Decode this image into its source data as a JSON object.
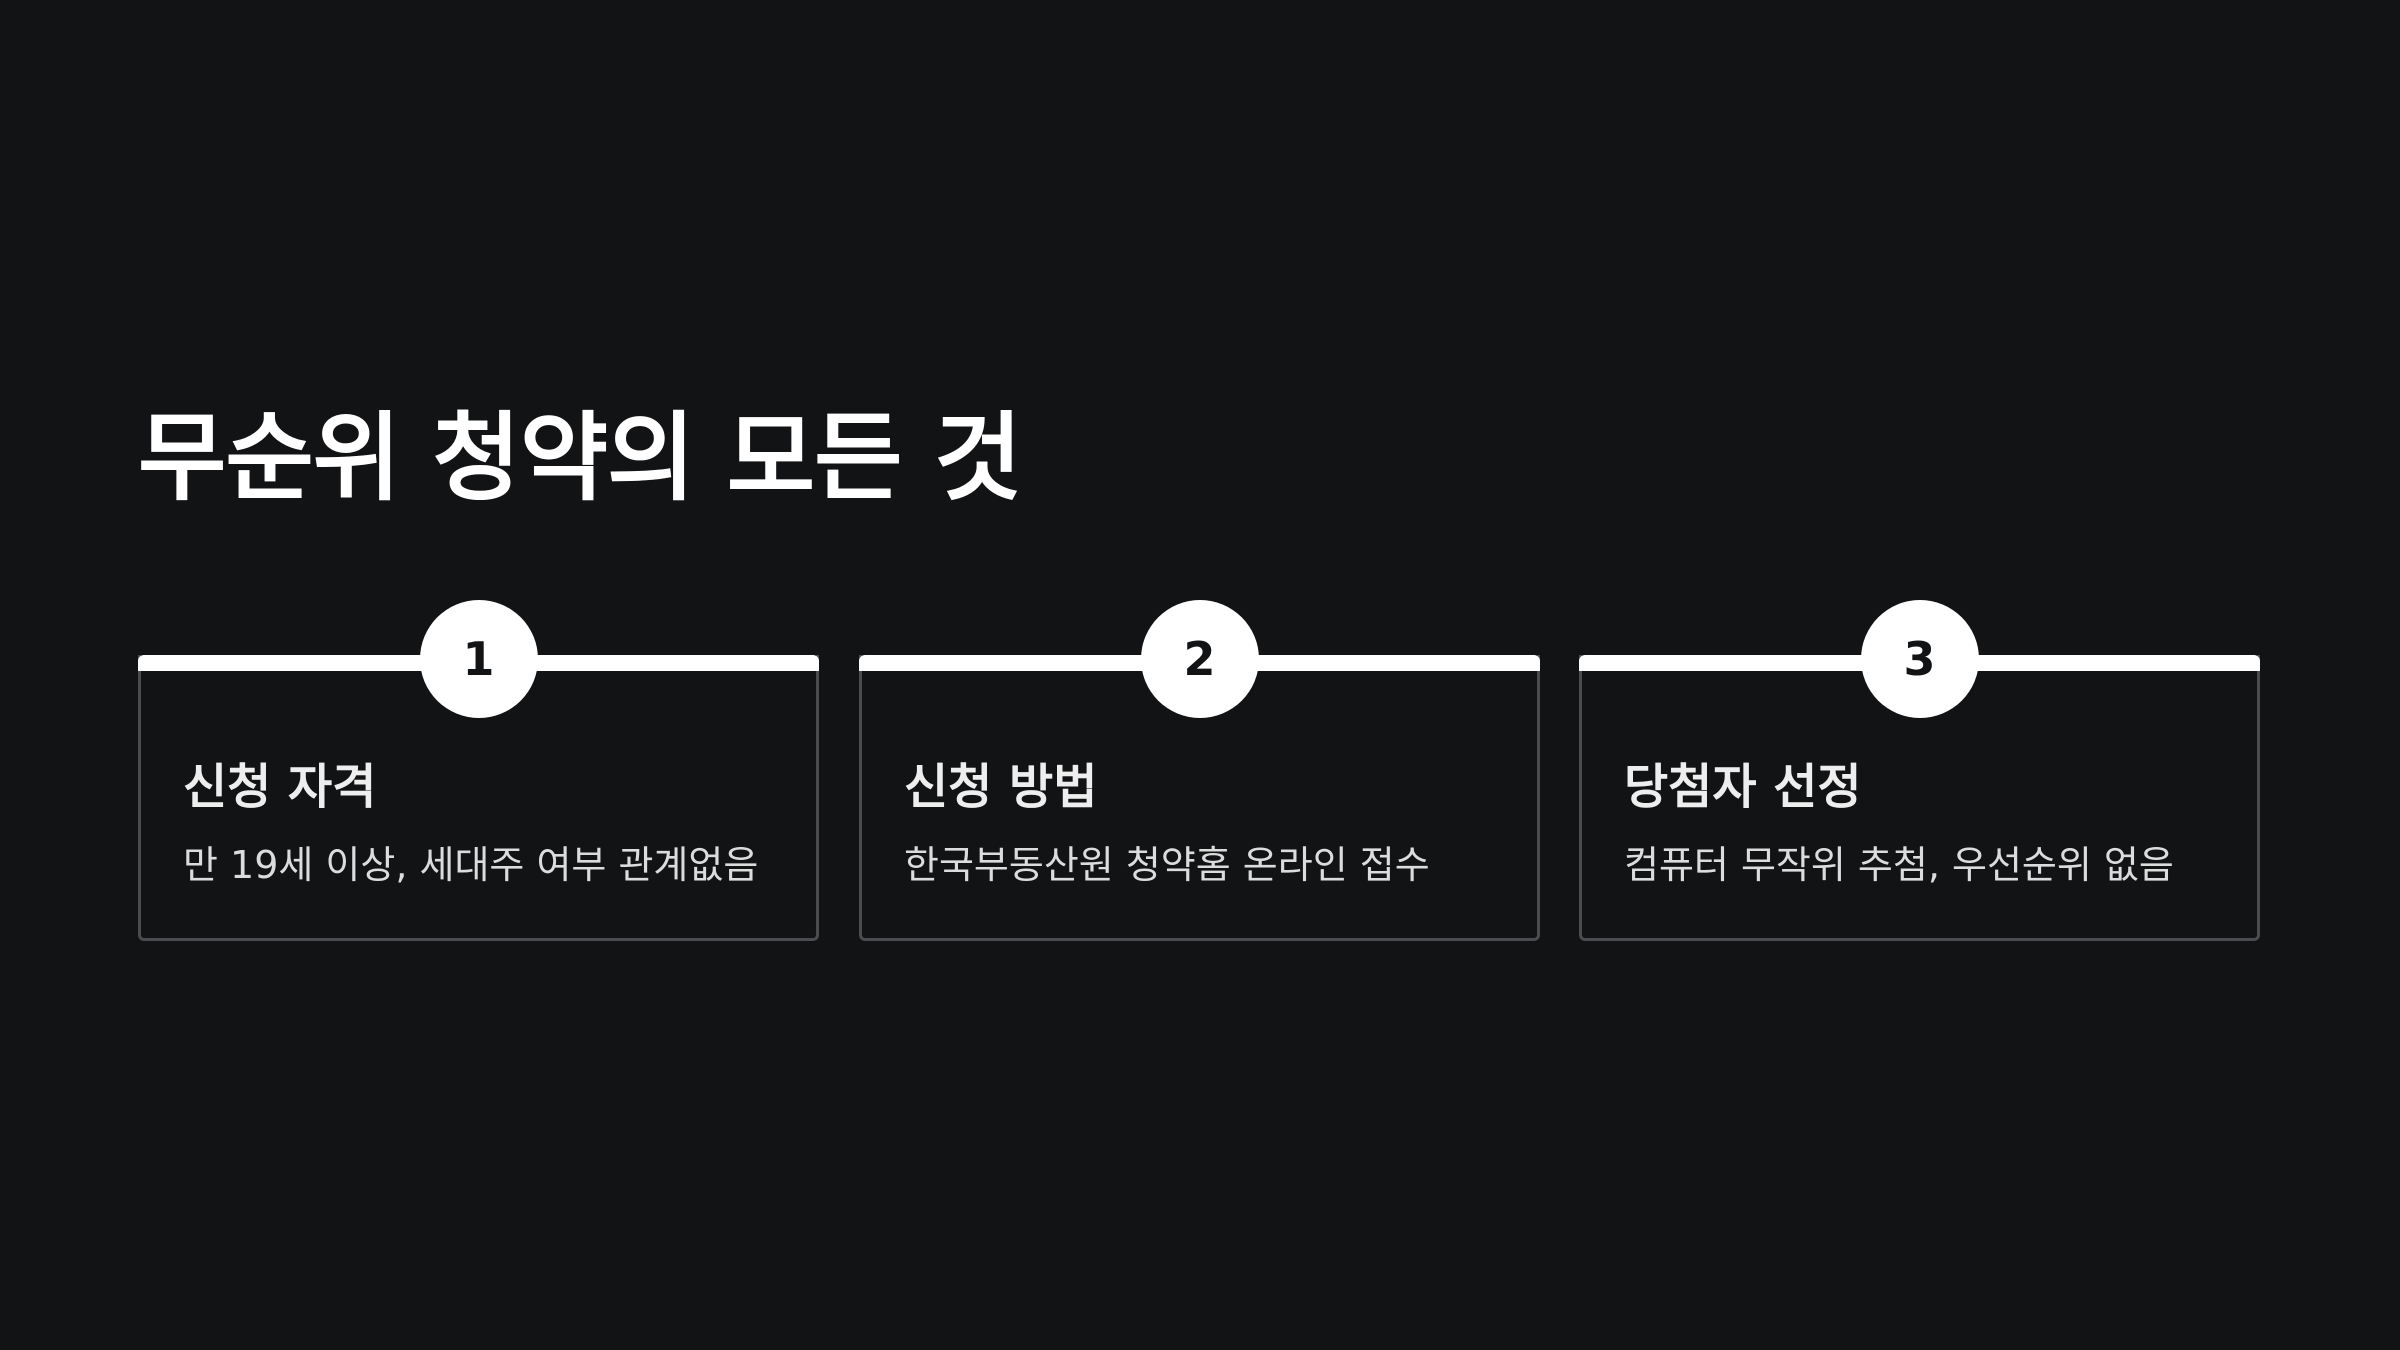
{
  "title": "무순위 청약의 모든 것",
  "steps": [
    {
      "number": "1",
      "title": "신청 자격",
      "description": "만 19세 이상, 세대주 여부 관계없음"
    },
    {
      "number": "2",
      "title": "신청 방법",
      "description": "한국부동산원 청약홈 온라인 접수"
    },
    {
      "number": "3",
      "title": "당첨자 선정",
      "description": "컴퓨터 무작위 추첨, 우선순위 없음"
    }
  ],
  "colors": {
    "background": "#121315",
    "accent": "#ffffff",
    "card_border": "#4a4c50"
  }
}
